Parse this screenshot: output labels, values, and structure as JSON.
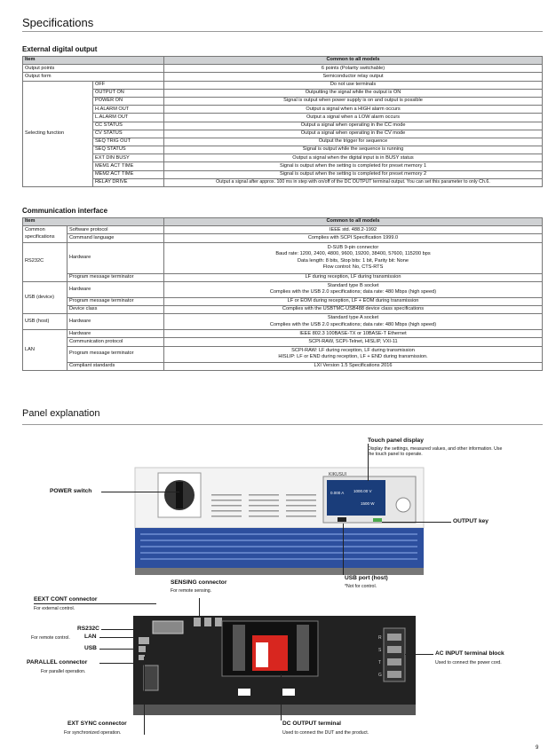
{
  "title": "Specifications",
  "ext_digital": {
    "heading": "External digital output",
    "head": [
      "Item",
      "Common to all models"
    ],
    "output_points": [
      "Output points",
      "6 points (Polarity switchable)"
    ],
    "output_form": [
      "Output form",
      "Semiconductor relay output"
    ],
    "selecting_label": "Selecting function",
    "functions": [
      [
        "OFF",
        "Do not use terminals"
      ],
      [
        "OUTPUT ON",
        "Outputting the signal while the output is ON"
      ],
      [
        "POWER ON",
        "Signal is output when power supply is on and output is possible"
      ],
      [
        "H.ALARM OUT",
        "Output a signal when a HIGH alarm occurs"
      ],
      [
        "L.ALARM OUT",
        "Output a signal when a LOW alarm occurs"
      ],
      [
        "CC STATUS",
        "Output a signal when operating in the CC mode"
      ],
      [
        "CV STATUS",
        "Output a signal when operating in the CV mode"
      ],
      [
        "SEQ TRIG OUT",
        "Output the trigger for sequence"
      ],
      [
        "SEQ STATUS",
        "Signal is output while the sequence is running"
      ],
      [
        "EXT DIN BUSY",
        "Output a signal when the digital input is in BUSY status"
      ],
      [
        "MEM1 ACT TIME",
        "Signal is output when the setting is completed for preset memory 1"
      ],
      [
        "MEM2 ACT TIME",
        "Signal is output when the setting is completed for preset memory 2"
      ],
      [
        "RELAY DRIVE",
        "Output a signal after approx. 100 ms in step with on/off of the DC OUTPUT terminal output. You can set this parameter to only Ch.6."
      ]
    ]
  },
  "comm": {
    "heading": "Communication interface",
    "head": [
      "Item",
      "Common to all models"
    ],
    "common_label": "Common specifications",
    "software_protocol": [
      "Software protocol",
      "IEEE std. 488.2-1992"
    ],
    "command_language": [
      "Command language",
      "Complies with SCPI Specification 1999.0"
    ],
    "rs232c_label": "RS232C",
    "rs232c_hardware": "Hardware",
    "rs232c_lines": [
      "D-SUB 9-pin connector",
      "Baud rate:  1200, 2400, 4800, 9600, 19200, 38400, 57600, 115200 bps",
      "Data length: 8 bits, Stop bits: 1 bit, Parity bit: None",
      "Flow control: No, CTS-RTS"
    ],
    "rs232c_term": [
      "Program message terminator",
      "LF during reception, LF during transmission"
    ],
    "usb_dev_label": "USB (device)",
    "usb_dev_hardware": "Hardware",
    "usb_dev_lines": [
      "Standard type B socket",
      "Complies with the USB 2.0 specifications; data rate: 480 Mbps (high speed)"
    ],
    "usb_dev_term": [
      "Program message terminator",
      "LF or EOM during reception, LF + EOM during transmission"
    ],
    "usb_dev_class": [
      "Device class",
      "Complies with the USBTMC-USB488 device class specifications"
    ],
    "usb_host_label": "USB (host)",
    "usb_host_hardware": "Hardware",
    "usb_host_lines": [
      "Standard type A socket",
      "Complies with the USB 2.0 specifications; data rate: 480 Mbps (high speed)"
    ],
    "lan_label": "LAN",
    "lan_hardware": [
      "Hardware",
      "IEEE 802.3 100BASE-TX or 10BASE-T Ethernet"
    ],
    "lan_protocol": [
      "Communication protocol",
      "SCPI-RAW, SCPI-Telnet, HISLIP, VXI-11"
    ],
    "lan_term_label": "Program message terminator",
    "lan_term_lines": [
      "SCPI-RAW: LF during reception, LF during transmission",
      "HISLIP: LF or END during reception, LF + END during transmission."
    ],
    "lan_std": [
      "Compliant standards",
      "LXI Version 1.5 Specifications 2016"
    ]
  },
  "panel": {
    "title": "Panel explanation",
    "touch": {
      "label": "Touch panel display",
      "desc": "Display the settings, measured values, and other information. Use the touch panel to operate."
    },
    "power": {
      "label": "POWER switch"
    },
    "output_key": {
      "label": "OUTPUT key"
    },
    "usb_host": {
      "label": "USB port (host)",
      "desc": "*Not for control."
    },
    "sensing": {
      "label": "SENSING connector",
      "desc": "For remote sensing."
    },
    "eext": {
      "label": "EEXT CONT connector",
      "desc": "For external control."
    },
    "rs232c": {
      "label": "RS232C",
      "desc": "For remote control."
    },
    "lan": {
      "label": "LAN"
    },
    "usb": {
      "label": "USB"
    },
    "parallel": {
      "label": "PARALLEL connector",
      "desc": "For parallel operation."
    },
    "ac_input": {
      "label": "AC INPUT terminal block",
      "desc": "Used to connect the power cord."
    },
    "ext_sync": {
      "label": "EXT SYNC connector",
      "desc": "For synchronized operation."
    },
    "dc_output": {
      "label": "DC OUTPUT terminal",
      "desc": "Used to connect the DUT and the product."
    },
    "screen": {
      "brand": "KIKUSUI",
      "v_readout": "1000.00 V",
      "i_readout": "1500 W",
      "w_readout": "0.000 A"
    },
    "rear": {
      "letters": [
        "R",
        "S",
        "T",
        "G"
      ]
    }
  },
  "page_number": "9",
  "colors": {
    "header_fill": "#cfd1d3",
    "vent_blue": "#2d4f9e",
    "rear_dark": "#222222",
    "warning_red": "#d8261f"
  }
}
